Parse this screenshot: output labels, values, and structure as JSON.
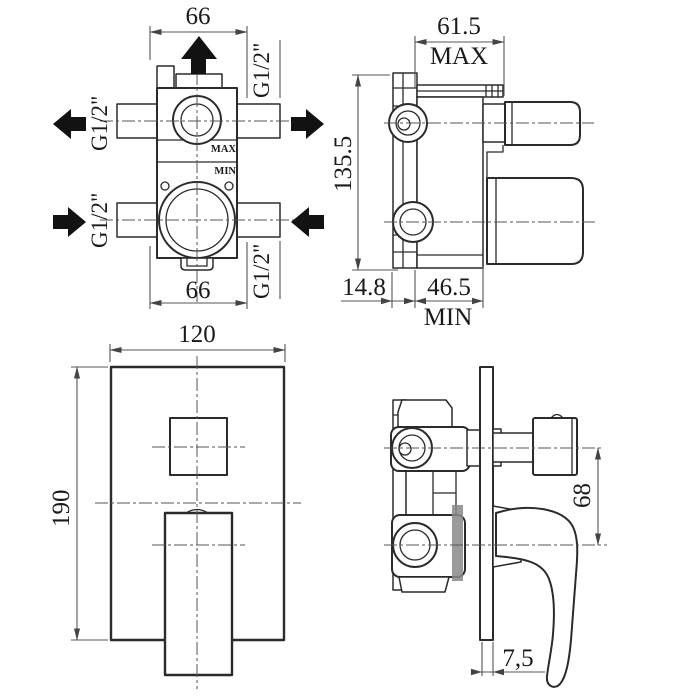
{
  "colors": {
    "part_line": "#2b2b2b",
    "dim_line": "#555555",
    "flow_arrow": "#121212",
    "background": "#ffffff"
  },
  "views": {
    "valve_front": {
      "dim_width_top": "66",
      "dim_width_bottom": "66",
      "thread_label_upper_left": "G1/2\"",
      "thread_label_upper_right": "G1/2\"",
      "thread_label_lower_left": "G1/2\"",
      "thread_label_lower_right": "G1/2\"",
      "depth_mark_max": "MAX",
      "depth_mark_min": "MIN"
    },
    "valve_side": {
      "dim_protrusion_max": "61.5",
      "dim_protrusion_max_label": "MAX",
      "dim_height": "135.5",
      "dim_bracket_depth": "14.8",
      "dim_protrusion_min": "46.5",
      "dim_protrusion_min_label": "MIN"
    },
    "trim_front": {
      "dim_plate_width": "120",
      "dim_plate_height": "190"
    },
    "trim_side": {
      "dim_handle_axis_spacing": "68",
      "dim_plate_thickness": "7,5"
    }
  },
  "icons": {
    "flow_outlet_top": "arrow-up",
    "flow_outlet_left": "arrow-left",
    "flow_outlet_right": "arrow-right",
    "flow_inlet_left": "arrow-right",
    "flow_inlet_right": "arrow-left"
  }
}
